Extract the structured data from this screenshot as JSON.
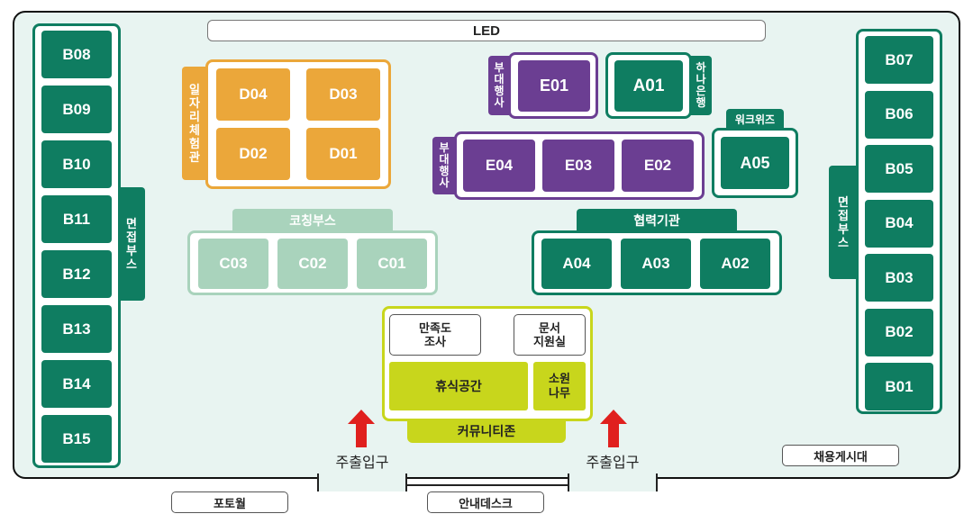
{
  "led": "LED",
  "left_column": [
    "B08",
    "B09",
    "B10",
    "B11",
    "B12",
    "B13",
    "B14",
    "B15"
  ],
  "right_column": [
    "B07",
    "B06",
    "B05",
    "B04",
    "B03",
    "B02",
    "B01"
  ],
  "interview_label": "면접부스",
  "job_experience": {
    "label": "일자리체험관",
    "booths": [
      "D04",
      "D03",
      "D02",
      "D01"
    ]
  },
  "coaching": {
    "label": "코칭부스",
    "booths": [
      "C03",
      "C02",
      "C01"
    ]
  },
  "side_events_top": {
    "label": "부대행사",
    "booth": "E01"
  },
  "side_events_mid": {
    "label": "부대행사",
    "booths": [
      "E04",
      "E03",
      "E02"
    ]
  },
  "hana": {
    "booth": "A01",
    "label": "하나은행"
  },
  "workwiz": {
    "label": "워크위즈",
    "booth": "A05"
  },
  "partners": {
    "label": "협력기관",
    "booths": [
      "A04",
      "A03",
      "A02"
    ]
  },
  "community": {
    "label": "커뮤니티존",
    "satisfaction": "만족도\n조사",
    "docs": "문서\n지원실",
    "rest": "휴식공간",
    "tree": "소원\n나무"
  },
  "entrance_left": "주출입구",
  "entrance_right": "주출입구",
  "job_board": "채용게시대",
  "photo_wall": "포토월",
  "info_desk": "안내데스크",
  "colors": {
    "green": "#0f7d61",
    "orange": "#eba73a",
    "purple": "#6b3e92",
    "light_green": "#a9d3bc",
    "lime": "#c8d61c",
    "red_arrow": "#e0201e"
  }
}
